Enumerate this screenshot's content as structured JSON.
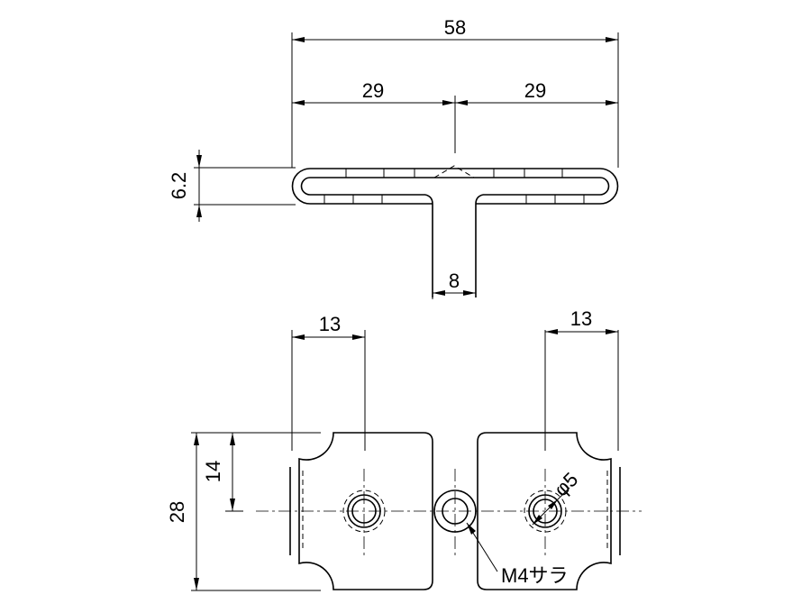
{
  "top_view": {
    "overall_width": "58",
    "half_left": "29",
    "half_right": "29",
    "height": "6.2",
    "stem_width": "8"
  },
  "bottom_view": {
    "left_offset": "13",
    "right_offset": "13",
    "total_height": "28",
    "half_height": "14",
    "hole_diameter": "φ5",
    "screw_note": "M4サラ"
  }
}
